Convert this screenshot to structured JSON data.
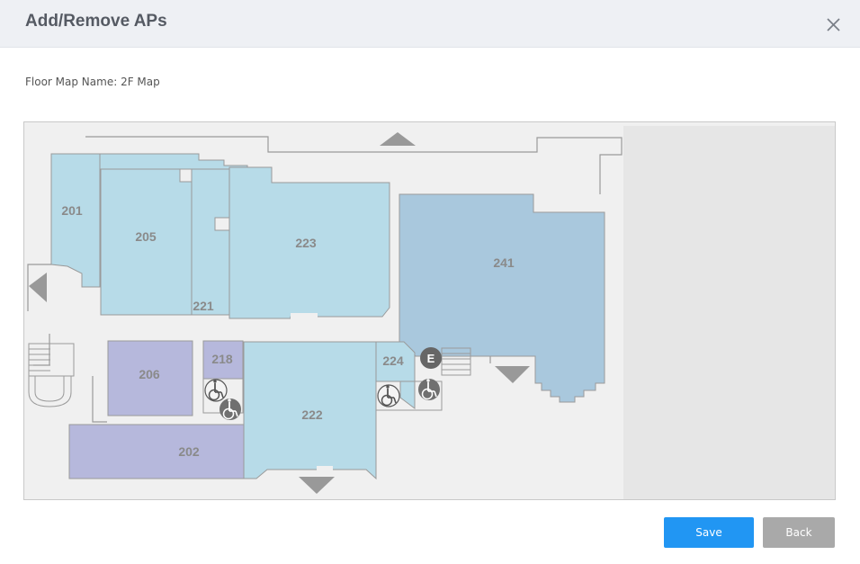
{
  "dialog": {
    "title": "Add/Remove APs"
  },
  "floor_map": {
    "name_label": "Floor Map Name: 2F Map",
    "rooms": [
      {
        "id": "201",
        "color": "#b7dbe8"
      },
      {
        "id": "205",
        "color": "#b7dbe8"
      },
      {
        "id": "221",
        "color": "#b7dbe8"
      },
      {
        "id": "223",
        "color": "#b7dbe8"
      },
      {
        "id": "241",
        "color": "#a9c8dd"
      },
      {
        "id": "206",
        "color": "#b6b8dc"
      },
      {
        "id": "218",
        "color": "#b6b8dc"
      },
      {
        "id": "224",
        "color": "#b7dbe8"
      },
      {
        "id": "222",
        "color": "#b7dbe8"
      },
      {
        "id": "202",
        "color": "#b6b8dc"
      }
    ],
    "elevator_label": "E",
    "icons": [
      "wheelchair-icon",
      "elevator-icon",
      "arrow-up-icon",
      "arrow-left-icon",
      "arrow-down-icon",
      "stairs-icon"
    ]
  },
  "buttons": {
    "save": "Save",
    "back": "Back"
  }
}
